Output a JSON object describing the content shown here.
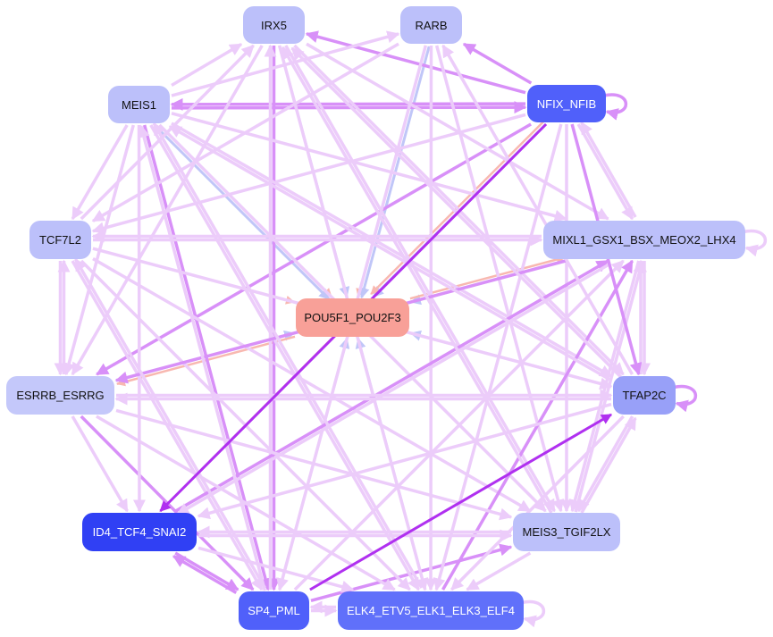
{
  "graph": {
    "nodes": [
      {
        "id": "irx5",
        "label": "IRX5",
        "fill": "#bcc0fa",
        "dark": false
      },
      {
        "id": "rarb",
        "label": "RARB",
        "fill": "#bcc0fa",
        "dark": false
      },
      {
        "id": "meis1",
        "label": "MEIS1",
        "fill": "#bcc0fa",
        "dark": false
      },
      {
        "id": "nfix",
        "label": "NFIX_NFIB",
        "fill": "#5060fa",
        "dark": true
      },
      {
        "id": "tcf7l2",
        "label": "TCF7L2",
        "fill": "#bcc0fa",
        "dark": false
      },
      {
        "id": "mixl1",
        "label": "MIXL1_GSX1_BSX_MEOX2_LHX4",
        "fill": "#bcc0fa",
        "dark": false
      },
      {
        "id": "pou5f1",
        "label": "POU5F1_POU2F3",
        "fill": "#f8a098",
        "dark": false
      },
      {
        "id": "esrrb",
        "label": "ESRRB_ESRRG",
        "fill": "#c4c8fa",
        "dark": false
      },
      {
        "id": "tfap2c",
        "label": "TFAP2C",
        "fill": "#98a0f8",
        "dark": false
      },
      {
        "id": "id4",
        "label": "ID4_TCF4_SNAI2",
        "fill": "#3040f4",
        "dark": true
      },
      {
        "id": "meis3",
        "label": "MEIS3_TGIF2LX",
        "fill": "#bcc0fa",
        "dark": false
      },
      {
        "id": "sp4",
        "label": "SP4_PML",
        "fill": "#5060fa",
        "dark": true
      },
      {
        "id": "elk4",
        "label": "ELK4_ETV5_ELK1_ELK3_ELF4",
        "fill": "#6070fa",
        "dark": true
      }
    ],
    "edge_colors": {
      "light": "#ecccfa",
      "medium": "#d890f8",
      "strong": "#b030f0",
      "blue": "#c0c6f8",
      "salmon": "#f8b8b0"
    },
    "edges": [
      [
        "irx5",
        "pou5f1",
        "blue"
      ],
      [
        "rarb",
        "pou5f1",
        "salmon"
      ],
      [
        "rarb",
        "pou5f1",
        "blue"
      ],
      [
        "meis1",
        "pou5f1",
        "salmon"
      ],
      [
        "meis1",
        "pou5f1",
        "blue"
      ],
      [
        "nfix",
        "pou5f1",
        "blue"
      ],
      [
        "nfix",
        "pou5f1",
        "salmon"
      ],
      [
        "tcf7l2",
        "pou5f1",
        "salmon"
      ],
      [
        "mixl1",
        "pou5f1",
        "blue"
      ],
      [
        "pou5f1",
        "mixl1",
        "salmon"
      ],
      [
        "esrrb",
        "pou5f1",
        "blue"
      ],
      [
        "pou5f1",
        "esrrb",
        "salmon"
      ],
      [
        "tfap2c",
        "pou5f1",
        "blue"
      ],
      [
        "pou5f1",
        "id4",
        "salmon"
      ],
      [
        "sp4",
        "pou5f1",
        "blue"
      ],
      [
        "elk4",
        "pou5f1",
        "blue"
      ],
      [
        "nfix",
        "id4",
        "strong"
      ],
      [
        "sp4",
        "tfap2c",
        "strong"
      ],
      [
        "sp4",
        "meis3",
        "medium"
      ],
      [
        "id4",
        "sp4",
        "medium"
      ],
      [
        "sp4",
        "id4",
        "medium"
      ],
      [
        "esrrb",
        "sp4",
        "medium"
      ],
      [
        "nfix",
        "irx5",
        "medium"
      ],
      [
        "nfix",
        "rarb",
        "medium"
      ],
      [
        "nfix",
        "meis1",
        "medium"
      ],
      [
        "meis1",
        "nfix",
        "medium"
      ],
      [
        "nfix",
        "esrrb",
        "medium"
      ],
      [
        "meis1",
        "sp4",
        "medium"
      ],
      [
        "nfix",
        "mixl1",
        "light"
      ],
      [
        "mixl1",
        "nfix",
        "light"
      ],
      [
        "nfix",
        "elk4",
        "light"
      ],
      [
        "nfix",
        "meis3",
        "light"
      ],
      [
        "nfix",
        "tcf7l2",
        "light"
      ],
      [
        "irx5",
        "sp4",
        "medium"
      ],
      [
        "sp4",
        "irx5",
        "light"
      ],
      [
        "irx5",
        "elk4",
        "light"
      ],
      [
        "irx5",
        "meis3",
        "light"
      ],
      [
        "irx5",
        "tfap2c",
        "light"
      ],
      [
        "irx5",
        "mixl1",
        "light"
      ],
      [
        "irx5",
        "esrrb",
        "light"
      ],
      [
        "meis1",
        "irx5",
        "light"
      ],
      [
        "rarb",
        "elk4",
        "light"
      ],
      [
        "rarb",
        "meis3",
        "light"
      ],
      [
        "rarb",
        "sp4",
        "light"
      ],
      [
        "rarb",
        "tcf7l2",
        "light"
      ],
      [
        "meis1",
        "rarb",
        "light"
      ],
      [
        "meis1",
        "tcf7l2",
        "light"
      ],
      [
        "meis1",
        "esrrb",
        "light"
      ],
      [
        "meis1",
        "id4",
        "light"
      ],
      [
        "meis1",
        "mixl1",
        "light"
      ],
      [
        "meis1",
        "tfap2c",
        "light"
      ],
      [
        "meis1",
        "meis3",
        "light"
      ],
      [
        "meis1",
        "elk4",
        "light"
      ],
      [
        "tcf7l2",
        "mixl1",
        "light"
      ],
      [
        "mixl1",
        "tcf7l2",
        "light"
      ],
      [
        "tcf7l2",
        "esrrb",
        "light"
      ],
      [
        "esrrb",
        "tcf7l2",
        "light"
      ],
      [
        "tcf7l2",
        "tfap2c",
        "light"
      ],
      [
        "tcf7l2",
        "meis3",
        "light"
      ],
      [
        "tcf7l2",
        "elk4",
        "light"
      ],
      [
        "tcf7l2",
        "sp4",
        "light"
      ],
      [
        "tcf7l2",
        "irx5",
        "light"
      ],
      [
        "mixl1",
        "esrrb",
        "medium"
      ],
      [
        "mixl1",
        "tfap2c",
        "light"
      ],
      [
        "tfap2c",
        "mixl1",
        "light"
      ],
      [
        "mixl1",
        "meis3",
        "light"
      ],
      [
        "meis3",
        "mixl1",
        "light"
      ],
      [
        "elk4",
        "mixl1",
        "medium"
      ],
      [
        "sp4",
        "mixl1",
        "light"
      ],
      [
        "id4",
        "mixl1",
        "medium"
      ],
      [
        "mixl1",
        "id4",
        "light"
      ],
      [
        "esrrb",
        "tfap2c",
        "light"
      ],
      [
        "tfap2c",
        "esrrb",
        "light"
      ],
      [
        "esrrb",
        "id4",
        "light"
      ],
      [
        "esrrb",
        "elk4",
        "light"
      ],
      [
        "esrrb",
        "meis3",
        "light"
      ],
      [
        "tfap2c",
        "meis3",
        "light"
      ],
      [
        "meis3",
        "tfap2c",
        "light"
      ],
      [
        "tfap2c",
        "id4",
        "light"
      ],
      [
        "tfap2c",
        "elk4",
        "light"
      ],
      [
        "tfap2c",
        "irx5",
        "light"
      ],
      [
        "tfap2c",
        "meis1",
        "light"
      ],
      [
        "tfap2c",
        "rarb",
        "light"
      ],
      [
        "nfix",
        "tfap2c",
        "medium"
      ],
      [
        "meis3",
        "id4",
        "light"
      ],
      [
        "id4",
        "meis3",
        "light"
      ],
      [
        "meis3",
        "elk4",
        "light"
      ],
      [
        "meis3",
        "irx5",
        "light"
      ],
      [
        "id4",
        "elk4",
        "light"
      ],
      [
        "sp4",
        "elk4",
        "light"
      ],
      [
        "elk4",
        "sp4",
        "light"
      ],
      [
        "sp4",
        "tcf7l2",
        "light"
      ],
      [
        "sp4",
        "meis1",
        "light"
      ],
      [
        "elk4",
        "meis1",
        "light"
      ],
      [
        "nfix",
        "nfix",
        "medium"
      ],
      [
        "mixl1",
        "mixl1",
        "light"
      ],
      [
        "tfap2c",
        "tfap2c",
        "medium"
      ],
      [
        "elk4",
        "elk4",
        "light"
      ]
    ]
  }
}
